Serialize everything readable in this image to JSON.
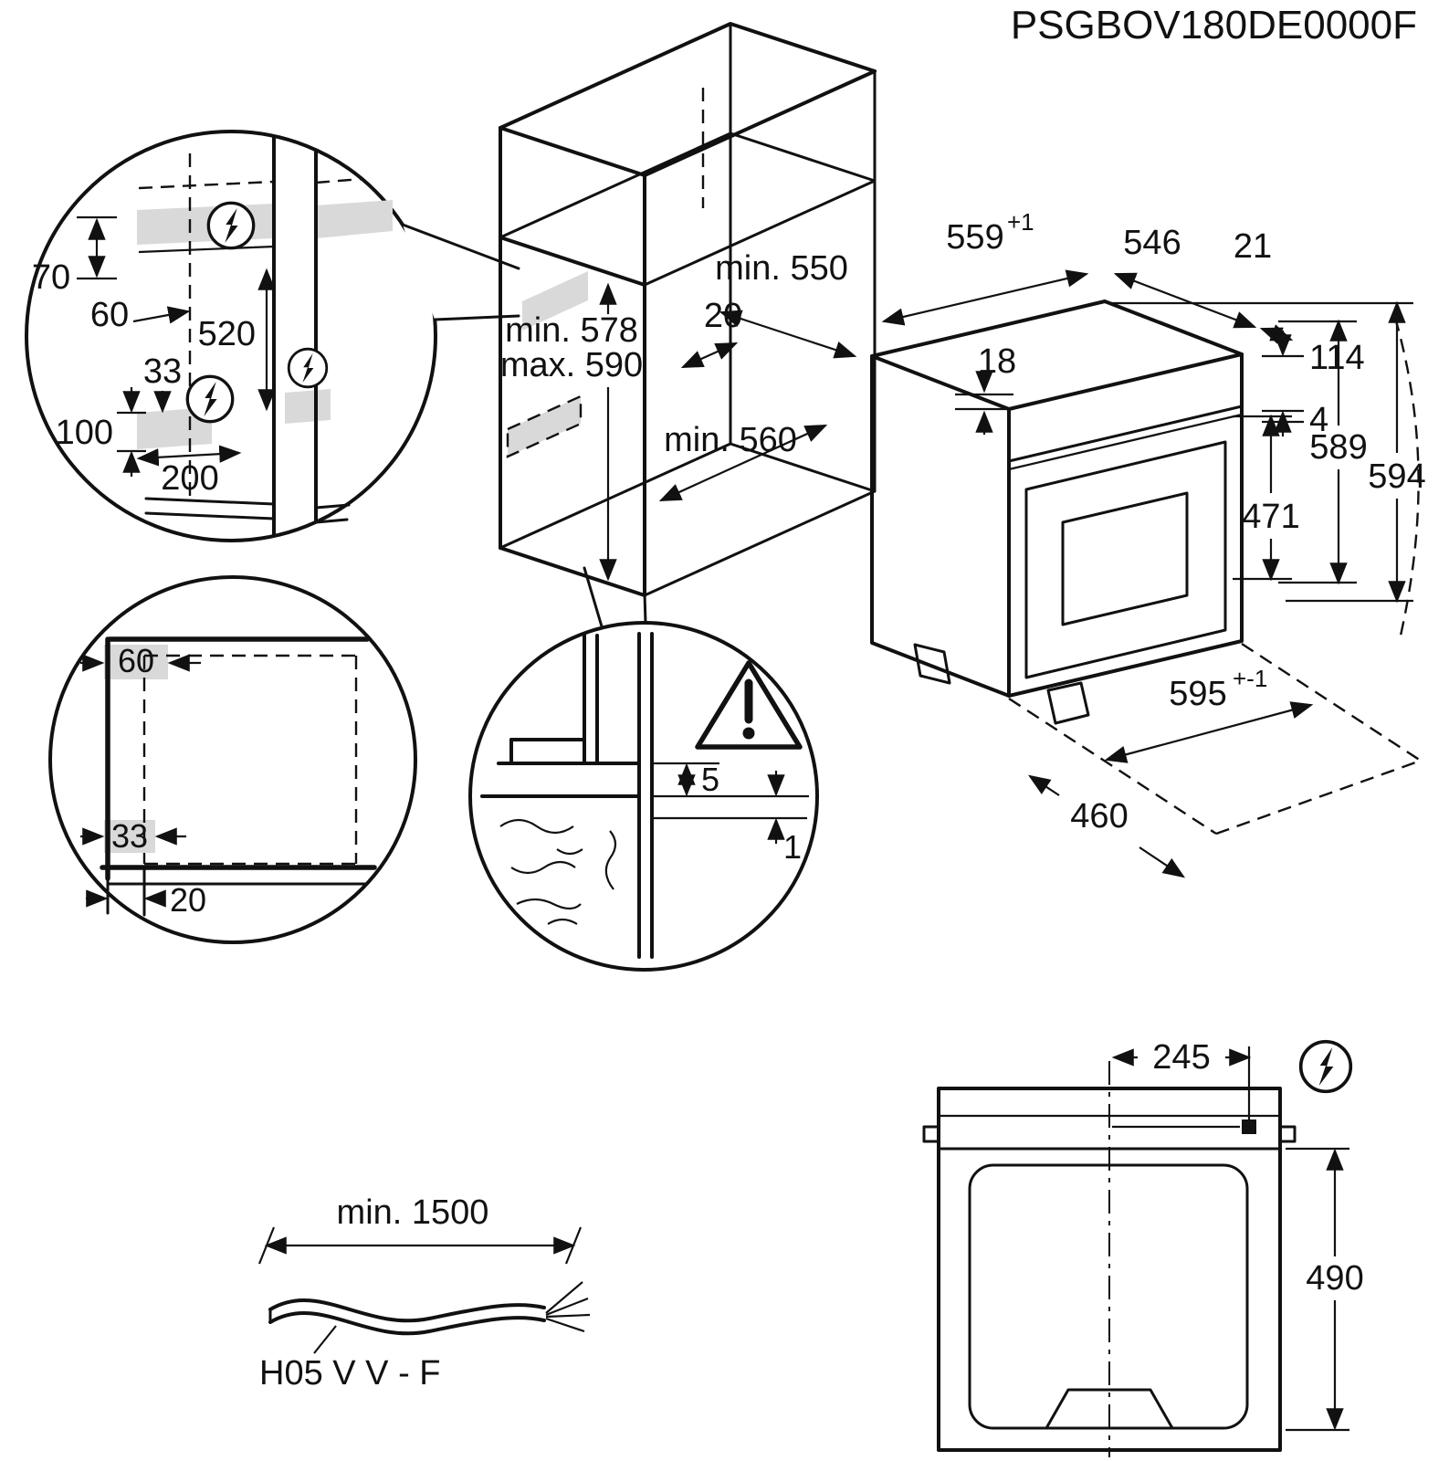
{
  "title": "PSGBOV180DE0000F",
  "colors": {
    "line": "#111111",
    "shade": "#d9d9d9"
  },
  "detail_side": {
    "h70": "70",
    "w60": "60",
    "h520": "520",
    "w33": "33",
    "h100": "100",
    "w200": "200"
  },
  "niche": {
    "min_width": "min. 550",
    "min_height": "min. 578",
    "max_height": "max. 590",
    "back_gap": "20",
    "min_depth": "min. 560"
  },
  "oven": {
    "width": "559",
    "width_tol": "+1",
    "depth": "546",
    "door_offset": "21",
    "top_thickness": "18",
    "panel_height": "114",
    "gap4": "4",
    "h589": "589",
    "h594": "594",
    "door_height": "471",
    "front_width": "595",
    "front_width_tol": "+-1",
    "niche_depth": "460"
  },
  "detail_front": {
    "w60": "60",
    "w33": "33",
    "w20": "20"
  },
  "detail_gap": {
    "gap5": "5",
    "gap1": "1"
  },
  "cable": {
    "length": "min. 1500",
    "type": "H05 V V - F"
  },
  "top_view": {
    "center_offset": "245",
    "depth": "490"
  }
}
